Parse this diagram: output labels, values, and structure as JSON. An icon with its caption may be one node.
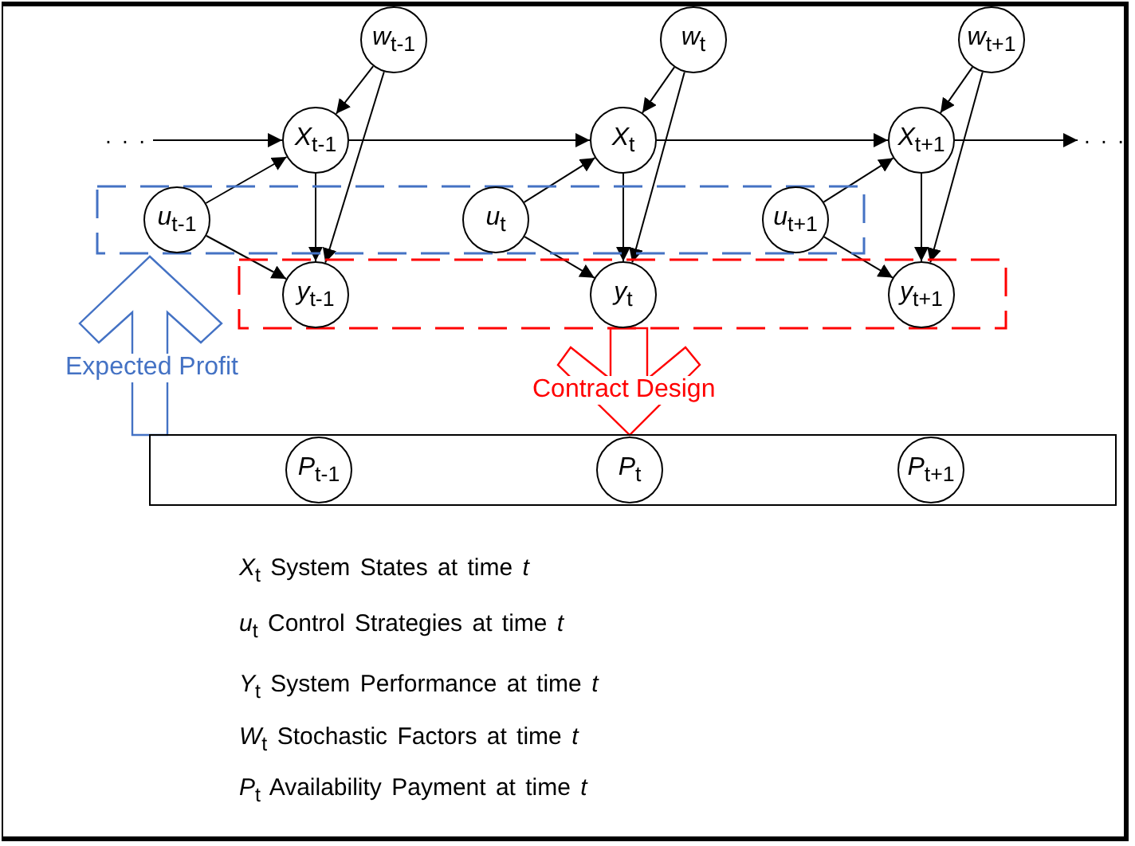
{
  "diagram": {
    "nodes": [
      {
        "text": [
          "*w*$_{t-1}$"
        ]
      },
      {
        "text": [
          "*w*$_{t}$"
        ]
      },
      {
        "text": [
          "*w*$_{t+1}$"
        ]
      },
      {
        "text": [
          "· · ·"
        ]
      },
      {
        "text": [
          "*X*$_{t-1}$"
        ]
      },
      {
        "text": [
          "*X*$_{t}$"
        ]
      },
      {
        "text": [
          "*X*$_{t+1}$"
        ]
      },
      {
        "text": [
          "· · ·"
        ]
      },
      {
        "text": [],
        "shape": "box"
      },
      {
        "text": [
          "*u*$_{t-1}$"
        ],
        "in": 8
      },
      {
        "text": [
          "*u*$_{t}$"
        ],
        "in": 8
      },
      {
        "text": [
          "*u*$_{t+1}$"
        ],
        "in": 8
      },
      {
        "text": [],
        "shape": "box"
      },
      {
        "text": [
          "*y*$_{t-1}$"
        ],
        "in": 12
      },
      {
        "text": [
          "*y*$_{t}$"
        ],
        "in": 12
      },
      {
        "text": [
          "*y*$_{t+1}$"
        ],
        "in": 12
      },
      {
        "text": [],
        "shape": "box"
      },
      {
        "text": [
          "*P*$_{t-1}$"
        ],
        "in": 16
      },
      {
        "text": [
          "*P*$_{t}$"
        ],
        "in": 16
      },
      {
        "text": [
          "*P*$_{t+1}$"
        ],
        "in": 16
      }
    ],
    "edges": [
      {
        "from": 0,
        "to": 4,
        "arrow": "to"
      },
      {
        "from": 0,
        "to": 13,
        "arrow": "to"
      },
      {
        "from": 1,
        "to": 5,
        "arrow": "to"
      },
      {
        "from": 1,
        "to": 14,
        "arrow": "to"
      },
      {
        "from": 2,
        "to": 6,
        "arrow": "to"
      },
      {
        "from": 2,
        "to": 15,
        "arrow": "to"
      },
      {
        "from": 3,
        "to": 4,
        "arrow": "to"
      },
      {
        "from": 4,
        "to": 5,
        "arrow": "to"
      },
      {
        "from": 5,
        "to": 6,
        "arrow": "to"
      },
      {
        "from": 6,
        "to": 7,
        "arrow": "to"
      },
      {
        "from": 9,
        "to": 4,
        "arrow": "to"
      },
      {
        "from": 9,
        "to": 13,
        "arrow": "to"
      },
      {
        "from": 10,
        "to": 5,
        "arrow": "to"
      },
      {
        "from": 10,
        "to": 14,
        "arrow": "to"
      },
      {
        "from": 11,
        "to": 6,
        "arrow": "to"
      },
      {
        "from": 11,
        "to": 15,
        "arrow": "to"
      },
      {
        "from": 4,
        "to": 13,
        "arrow": "to"
      },
      {
        "from": 5,
        "to": 14,
        "arrow": "to"
      },
      {
        "from": 6,
        "to": 15,
        "arrow": "to"
      },
      {
        "from": 16,
        "to": 8,
        "arrow": "to",
        "label": "Expected Profit",
        "style": "thick",
        "color": "#4472c4"
      },
      {
        "from": 14,
        "to": 18,
        "arrow": "to",
        "label": "Contract Design",
        "style": "thick",
        "color": "#ff0000"
      }
    ],
    "labels": [
      "*X*$_{t}$ System States at time *t*",
      "*u*$_{t}$ Control Strategies at time *t*",
      "*Y*$_{t}$ System Performance at time *t*",
      "*W*$_{t}$ Stochastic Factors at time *t*",
      "*P*$_{t}$ Availability Payment at time *t*"
    ]
  }
}
